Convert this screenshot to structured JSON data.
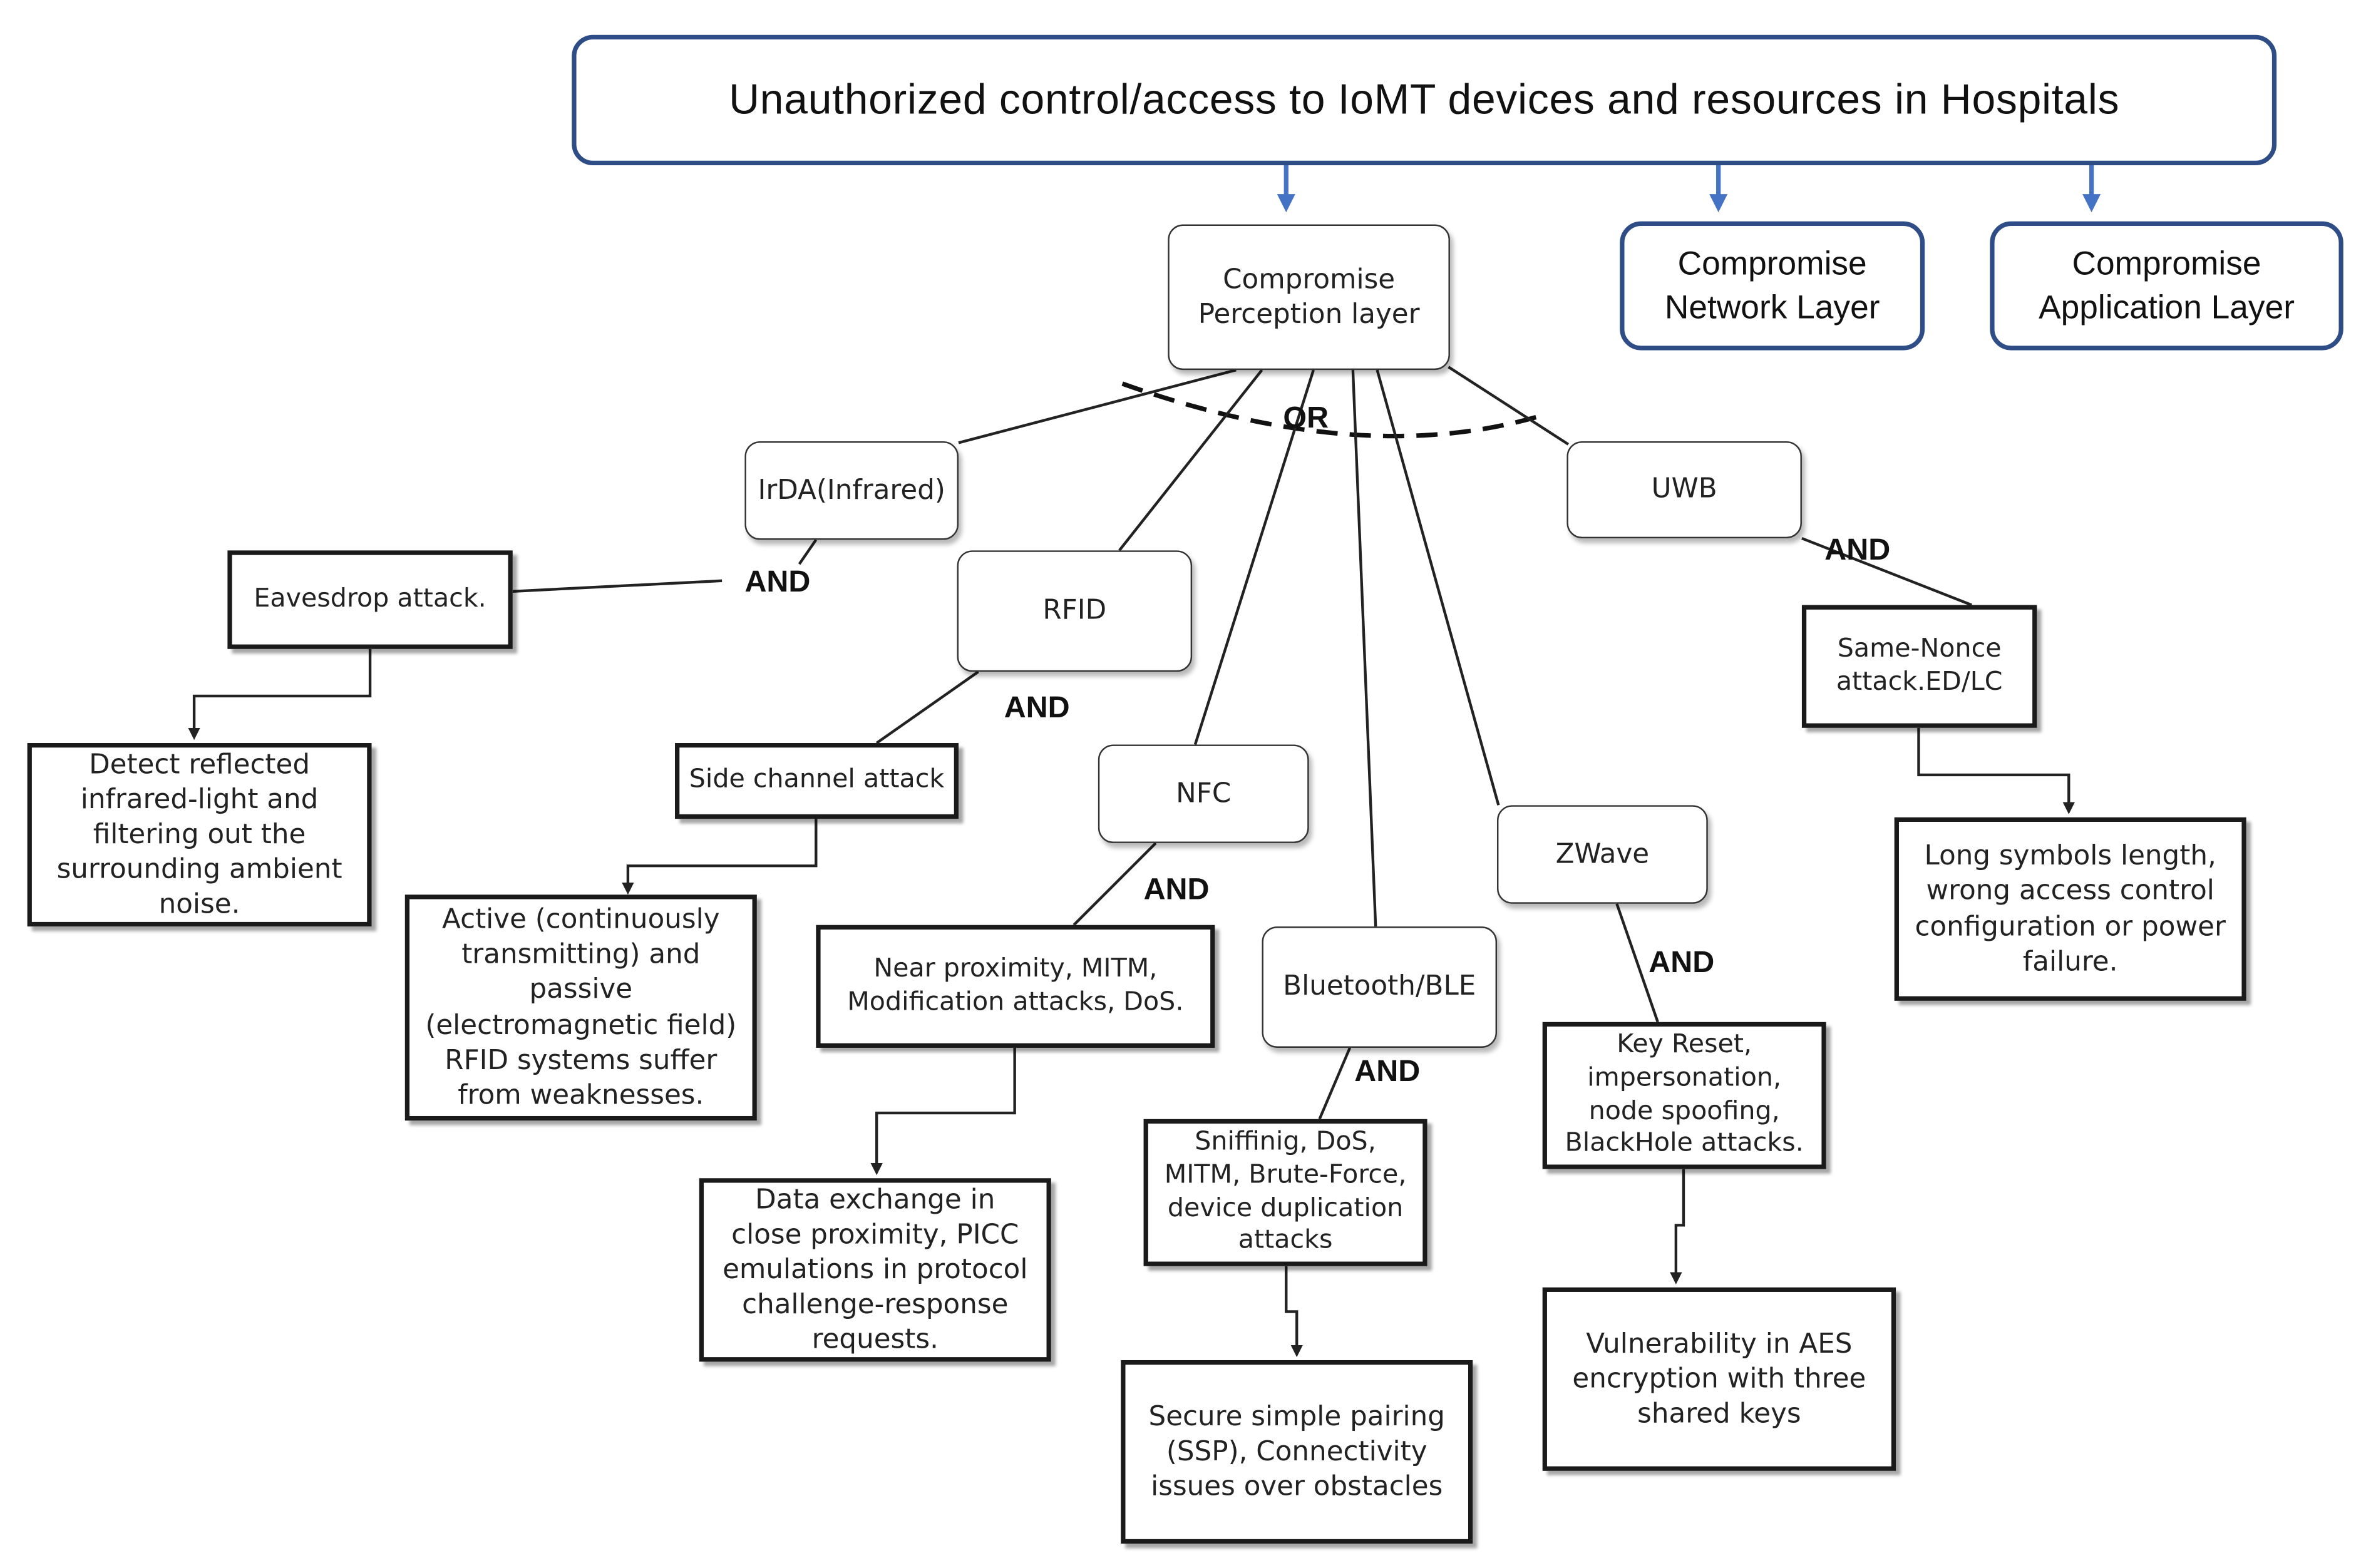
{
  "root": "Unauthorized control/access to IoMT devices and resources in Hospitals",
  "layers": {
    "perception": "Compromise Perception layer",
    "network": "Compromise Network Layer",
    "application": "Compromise Application Layer"
  },
  "gate_or": "OR",
  "gate_and": "AND",
  "techs": {
    "irda": "IrDA(Infrared)",
    "rfid": "RFID",
    "nfc": "NFC",
    "ble": "Bluetooth/BLE",
    "zwave": "ZWave",
    "uwb": "UWB"
  },
  "attacks": {
    "irda": "Eavesdrop attack.",
    "rfid": "Side channel attack",
    "nfc": "Near proximity, MITM, Modification attacks, DoS.",
    "ble": "Sniffinig, DoS, MITM, Brute-Force, device duplication attacks",
    "zwave": "Key Reset, impersonation, node spoofing, BlackHole attacks.",
    "uwb": "Same-Nonce attack.ED/LC"
  },
  "vulns": {
    "irda": "Detect reflected infrared-light and filtering out the surrounding ambient noise.",
    "rfid": "Active (continuously transmitting) and passive (electromagnetic field) RFID systems suffer from weaknesses.",
    "nfc": "Data exchange in close proximity, PICC emulations in protocol challenge-response requests.",
    "ble": "Secure simple pairing (SSP), Connectivity issues over obstacles",
    "zwave": "Vulnerability in AES encryption with three shared keys",
    "uwb": "Long symbols length, wrong access control configuration or power failure."
  },
  "colors": {
    "layer_border": "#2e4c86",
    "arrow": "#4472c4",
    "box_border": "#1a1a1a"
  }
}
